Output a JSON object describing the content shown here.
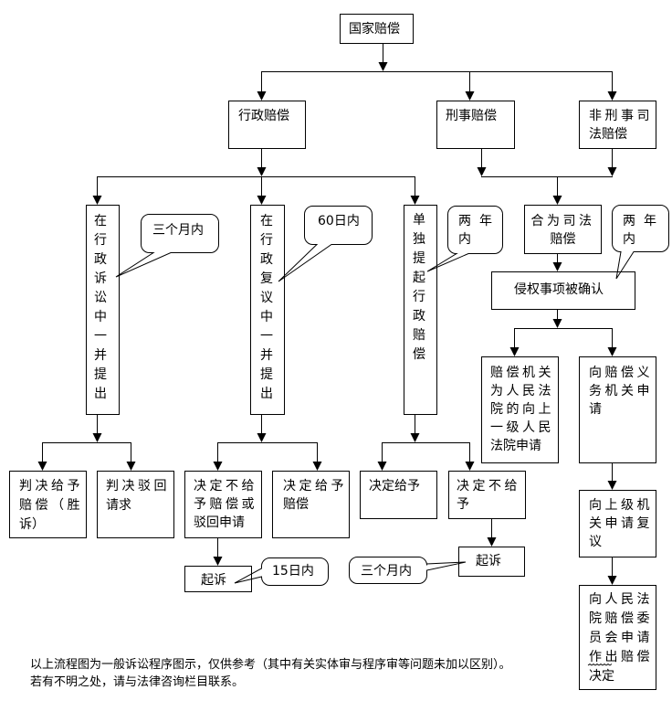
{
  "document": {
    "type": "flowchart",
    "colors": {
      "line": "#000000",
      "background": "#ffffff",
      "text": "#000000"
    }
  },
  "nodes": {
    "state_compensation": [
      "国家赔偿"
    ],
    "administrative_compensation": [
      "行政赔偿"
    ],
    "criminal_compensation": [
      "刑事赔偿"
    ],
    "non_criminal_judicial_compensation": [
      "非刑事司",
      "法赔偿"
    ],
    "raise_in_admin_litigation": "在行政诉讼中一并提出",
    "raise_in_admin_review": "在行政复议中一并提出",
    "separate_admin_claim": "单独提起行政赔偿",
    "merged_judicial_compensation": [
      "合为司法",
      "赔偿"
    ],
    "infringement_confirmed": [
      "侵权事项被确认"
    ],
    "apply_to_higher_court": [
      "赔偿机关",
      "为人民法",
      "院的向上",
      "一级人民",
      "法院申请"
    ],
    "apply_to_obligor": [
      "向赔偿义",
      "务机关申",
      "请"
    ],
    "apply_for_reconsideration": [
      "向上级机",
      "关申请复",
      "议"
    ],
    "apply_to_committee": [
      "向人民法",
      "院赔偿委",
      "员会申请",
      "作出赔偿",
      "决定"
    ],
    "judgment_grant": [
      "判决给予",
      "赔偿（胜",
      "诉）"
    ],
    "judgment_dismiss": [
      "判决驳回",
      "请求"
    ],
    "review_deny": [
      "决定不给",
      "予赔偿或",
      "驳回申请"
    ],
    "review_grant": [
      "决定给予",
      "赔偿"
    ],
    "separate_grant": [
      "决定给予"
    ],
    "separate_deny": [
      "决定不给",
      "予"
    ],
    "sue_after_review": [
      "起诉"
    ],
    "sue_after_deny": [
      "起诉"
    ]
  },
  "callouts": {
    "litigation_deadline": [
      "三个月内"
    ],
    "review_deadline": [
      "60日内"
    ],
    "separate_claim_deadline": [
      "两年",
      "内"
    ],
    "judicial_deadline": [
      "两年",
      "内"
    ],
    "sue_after_review_deadline": [
      "15日内"
    ],
    "sue_after_deny_deadline": [
      "三个月内"
    ]
  },
  "edges": [
    [
      "state_compensation",
      "administrative_compensation"
    ],
    [
      "state_compensation",
      "criminal_compensation"
    ],
    [
      "state_compensation",
      "non_criminal_judicial_compensation"
    ],
    [
      "administrative_compensation",
      "raise_in_admin_litigation"
    ],
    [
      "administrative_compensation",
      "raise_in_admin_review"
    ],
    [
      "administrative_compensation",
      "separate_admin_claim"
    ],
    [
      "criminal_compensation",
      "merged_judicial_compensation"
    ],
    [
      "non_criminal_judicial_compensation",
      "merged_judicial_compensation"
    ],
    [
      "merged_judicial_compensation",
      "infringement_confirmed"
    ],
    [
      "infringement_confirmed",
      "apply_to_higher_court"
    ],
    [
      "infringement_confirmed",
      "apply_to_obligor"
    ],
    [
      "apply_to_obligor",
      "apply_for_reconsideration"
    ],
    [
      "apply_for_reconsideration",
      "apply_to_committee"
    ],
    [
      "raise_in_admin_litigation",
      "judgment_grant"
    ],
    [
      "raise_in_admin_litigation",
      "judgment_dismiss"
    ],
    [
      "raise_in_admin_review",
      "review_deny"
    ],
    [
      "raise_in_admin_review",
      "review_grant"
    ],
    [
      "review_deny",
      "sue_after_review"
    ],
    [
      "separate_admin_claim",
      "separate_grant"
    ],
    [
      "separate_admin_claim",
      "separate_deny"
    ],
    [
      "separate_deny",
      "sue_after_deny"
    ]
  ],
  "footnote": {
    "line1": "以上流程图为一般诉讼程序图示，仅供参考（其中有关实体审与程序审等问题未加以区别）。",
    "line2": "若有不明之处，请与法律咨询栏目联系。"
  }
}
